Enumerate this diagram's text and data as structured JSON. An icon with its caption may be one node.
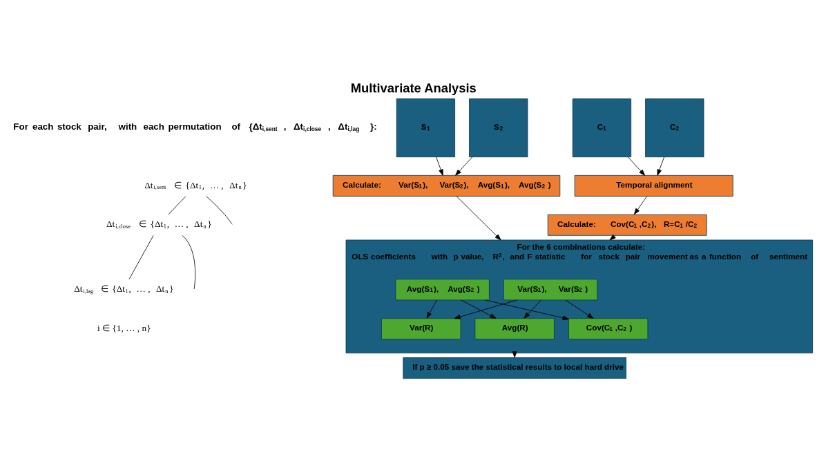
{
  "diagram": {
    "title": "Multivariate Analysis",
    "nodes": [
      {
        "text": [
          "Δt$_{i,sent}$ ∈ {Δt$_{1}$, … , Δt$_{n}$}"
        ]
      },
      {
        "text": [
          "Δt$_{i,close}$ ∈ {Δt$_{1}$, … , Δt$_{n}$}"
        ]
      },
      {
        "text": [
          "Δt$_{i,lag}$ ∈ {Δt$_{1}$, … , Δt$_{n}$}"
        ]
      },
      {
        "text": [
          "S$_{1}$"
        ]
      },
      {
        "text": [
          "S$_{2}$"
        ]
      },
      {
        "text": [
          "C$_{1}$"
        ]
      },
      {
        "text": [
          "C$_{2}$"
        ]
      },
      {
        "text": [
          "Calculate: Var(S$_{1}$), Var(S$_{2}$), Avg(S$_{1}$), Avg(S$_{2}$)"
        ]
      },
      {
        "text": [
          "Temporal alignment"
        ]
      },
      {
        "text": [
          "Calculate: Cov(C$_{1}$,C$_{2}$), R=C$_{1}$/C$_{2}$"
        ]
      },
      {
        "text": [
          "For the 6 combinations calculate:",
          "OLS coefficients with p value, R$^{2}$, and F statistic for stock pair movement as a function of sentiment"
        ]
      },
      {
        "text": [
          "Var(S$_{1}$), Var(S$_{2}$)"
        ],
        "in": 10
      },
      {
        "text": [
          "Avg(S$_{1}$), Avg(S$_{2}$)"
        ],
        "in": 10
      },
      {
        "text": [
          "Cov(C$_{1}$,C$_{2}$)"
        ],
        "in": 10
      },
      {
        "text": [
          "Var(R)"
        ],
        "in": 10
      },
      {
        "text": [
          "Avg(R)"
        ],
        "in": 10
      },
      {
        "text": [
          "If p ≥ 0.05 save the statistical results to local hard drive"
        ]
      }
    ],
    "edges": [
      {
        "from": 0,
        "to": null,
        "arrow": "none"
      },
      {
        "from": 0,
        "to": 1,
        "arrow": "none"
      },
      {
        "from": 1,
        "to": null,
        "arrow": "none"
      },
      {
        "from": 1,
        "to": 2,
        "arrow": "none"
      },
      {
        "from": 3,
        "to": 7,
        "arrow": "to"
      },
      {
        "from": 4,
        "to": 7,
        "arrow": "to"
      },
      {
        "from": 5,
        "to": 8,
        "arrow": "to"
      },
      {
        "from": 6,
        "to": 8,
        "arrow": "to"
      },
      {
        "from": 8,
        "to": 9,
        "arrow": "to"
      },
      {
        "from": 7,
        "to": 10,
        "arrow": "to"
      },
      {
        "from": 9,
        "to": 10,
        "arrow": "to"
      },
      {
        "from": 11,
        "to": 13,
        "arrow": "to"
      },
      {
        "from": 11,
        "to": 14,
        "arrow": "to"
      },
      {
        "from": 11,
        "to": 15,
        "arrow": "to"
      },
      {
        "from": 12,
        "to": 13,
        "arrow": "to"
      },
      {
        "from": 12,
        "to": 14,
        "arrow": "to"
      },
      {
        "from": 12,
        "to": 15,
        "arrow": "to"
      },
      {
        "from": 10,
        "to": 16,
        "arrow": "to"
      }
    ],
    "labels": [
      "For each stock pair, with each permutation of {Δt$_{i,sent}$, Δt$_{i,close}$, Δt$_{i,lag}$}:",
      "i ∈ {1, … , n}"
    ]
  }
}
